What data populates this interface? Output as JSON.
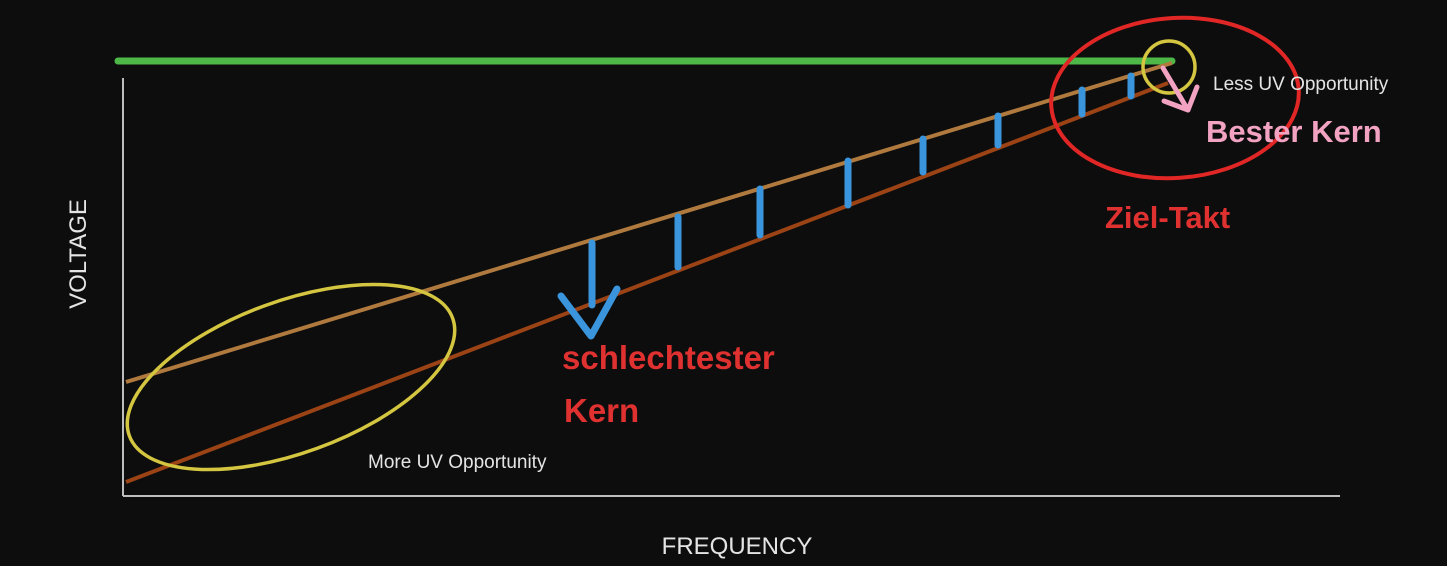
{
  "axes": {
    "x_label": "FREQUENCY",
    "y_label": "VOLTAGE"
  },
  "annotations": {
    "more_uv": "More UV Opportunity",
    "less_uv": "Less UV Opportunity",
    "worst_core_line1": "schlechtester",
    "worst_core_line2": "Kern",
    "best_core": "Bester Kern",
    "target_clock": "Ziel-Takt"
  },
  "colors": {
    "background": "#0d0d0d",
    "axis": "#bdbdbd",
    "voltage_limit_line": "#4db848",
    "worst_core_line": "#b07a3e",
    "best_core_line": "#9b4315",
    "uv_marker": "#3a95dc",
    "opportunity_ellipse": "#d4c640",
    "target_ellipse": "#e12626",
    "annotation_red": "#e03131",
    "annotation_pink": "#f2a3c2",
    "label_text": "#e4e4e4"
  }
}
